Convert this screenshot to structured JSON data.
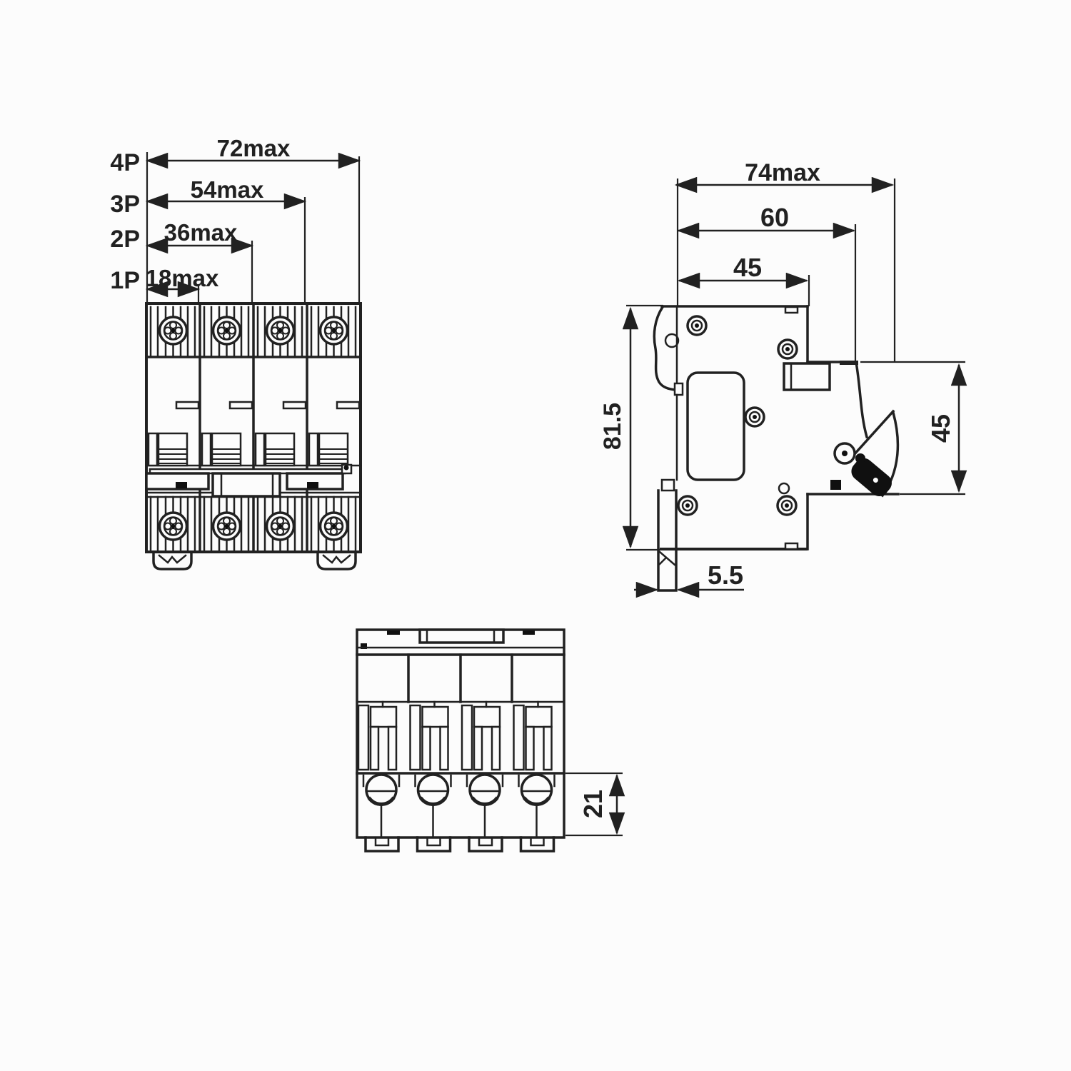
{
  "colors": {
    "line": "#212121",
    "background": "#fcfcfc",
    "handle_fill": "#101010"
  },
  "front_view": {
    "pole_labels": [
      {
        "label": "4P"
      },
      {
        "label": "3P"
      },
      {
        "label": "2P"
      },
      {
        "label": "1P"
      }
    ],
    "width_dims": [
      {
        "label": "72max"
      },
      {
        "label": "54max"
      },
      {
        "label": "36max"
      },
      {
        "label": "18max"
      }
    ]
  },
  "side_view": {
    "depth_dims": [
      {
        "label": "74max"
      },
      {
        "label": "60"
      },
      {
        "label": "45"
      }
    ],
    "height_dim": {
      "label": "81.5"
    },
    "front_height_dim": {
      "label": "45"
    },
    "din_clip_dim": {
      "label": "5.5"
    }
  },
  "bottom_view": {
    "terminal_dim": {
      "label": "21"
    }
  }
}
